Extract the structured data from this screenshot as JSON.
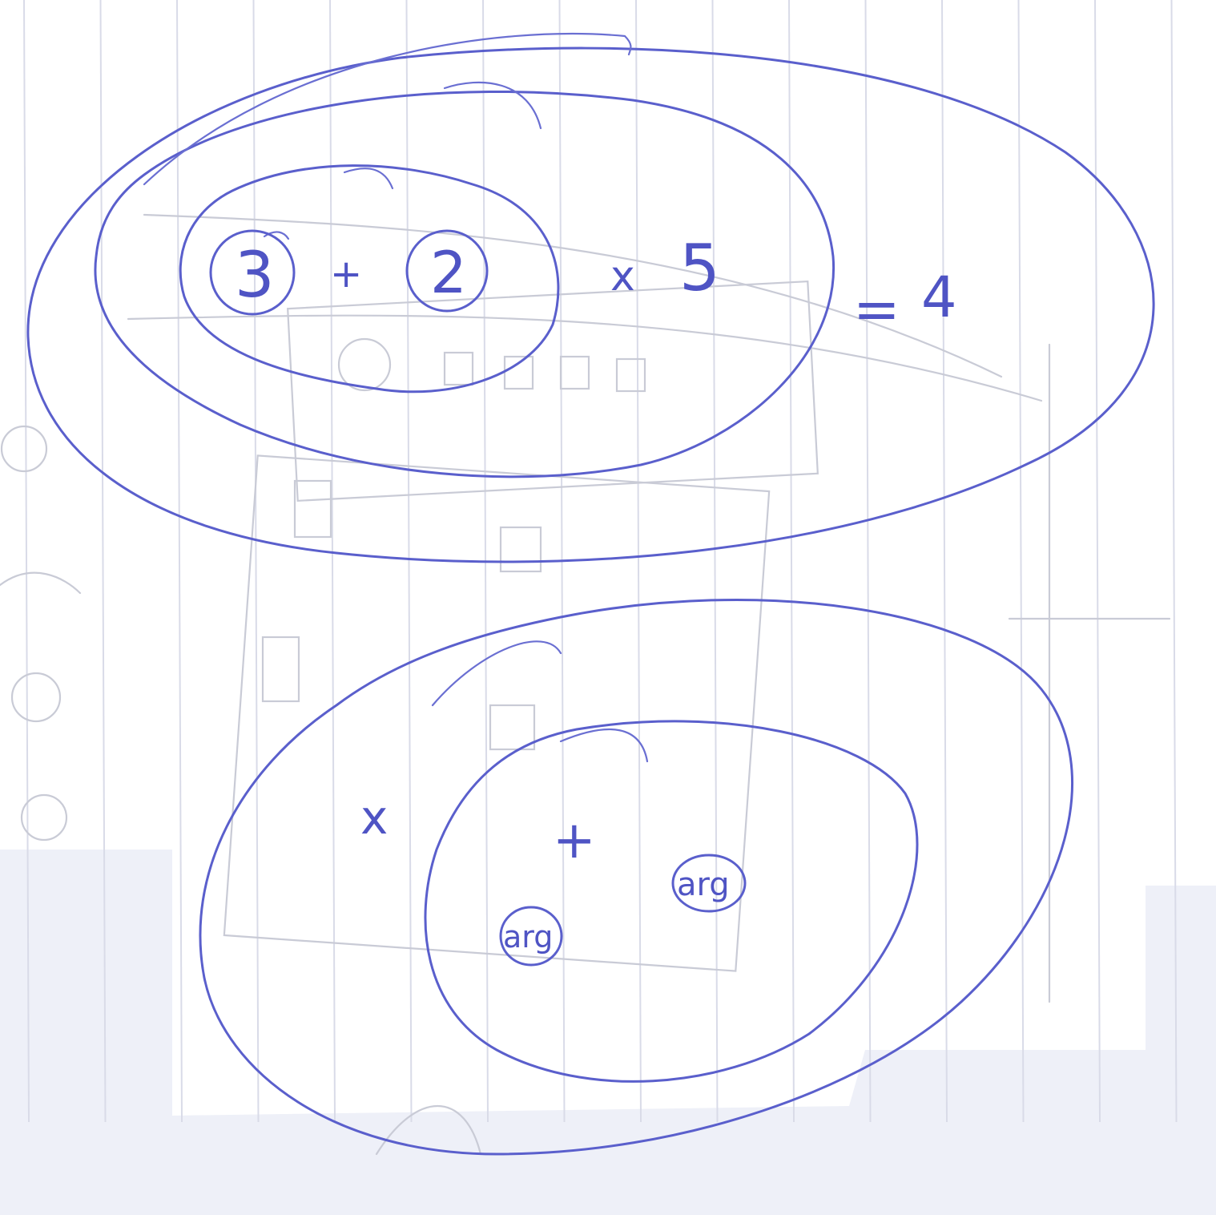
{
  "sheet": {
    "paper_color": "#ffffff",
    "rule_color": "#d9dbe8",
    "ink_color": "#5a5fcc",
    "scan_background": "#eef0f8"
  },
  "top_expression": {
    "number_a": "3",
    "plus": "+",
    "number_b": "2",
    "times": "x",
    "number_c": "5",
    "equals": "=",
    "result": "4"
  },
  "bottom_tree": {
    "times": "x",
    "plus": "+",
    "arg_left": "arg",
    "arg_right": "arg"
  }
}
